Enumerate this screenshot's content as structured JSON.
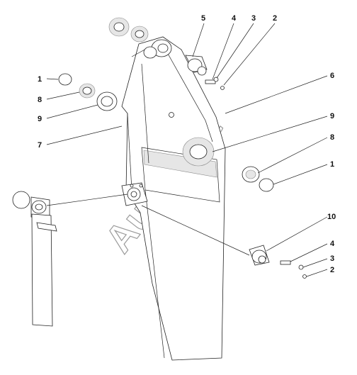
{
  "diagram": {
    "callouts": [
      {
        "id": "c1a",
        "text": "1"
      },
      {
        "id": "c8a",
        "text": "8"
      },
      {
        "id": "c9a",
        "text": "9"
      },
      {
        "id": "c7",
        "text": "7"
      },
      {
        "id": "c5",
        "text": "5"
      },
      {
        "id": "c4a",
        "text": "4"
      },
      {
        "id": "c3a",
        "text": "3"
      },
      {
        "id": "c2a",
        "text": "2"
      },
      {
        "id": "c6",
        "text": "6"
      },
      {
        "id": "c9b",
        "text": "9"
      },
      {
        "id": "c8b",
        "text": "8"
      },
      {
        "id": "c1b",
        "text": "1"
      },
      {
        "id": "c10",
        "text": "10"
      },
      {
        "id": "c4b",
        "text": "4"
      },
      {
        "id": "c3b",
        "text": "3"
      },
      {
        "id": "c2b",
        "text": "2"
      }
    ],
    "watermark": "AutoSoft"
  }
}
